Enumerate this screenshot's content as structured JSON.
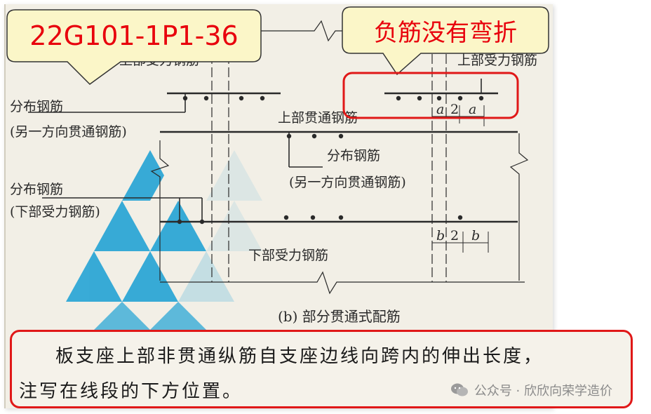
{
  "callouts": {
    "code_label": "22G101-1P1-36",
    "no_bend_label": "负筋没有弯折"
  },
  "diagram": {
    "top_bar_label_left": "上部受力钢筋",
    "top_bar_label_right": "上部受力钢筋",
    "dist_bar_label": "分布钢筋",
    "dist_bar_note_1": "(另一方向贯通钢筋)",
    "through_bar_label": "上部贯通钢筋",
    "dist_bar_label_2": "分布钢筋",
    "dist_bar_note_2": "(另一方向贯通钢筋)",
    "dist_bar_label_3": "分布钢筋",
    "dist_bar_note_3": "(下部受力钢筋)",
    "bottom_bar_label": "下部受力钢筋",
    "caption": "(b) 部分贯通式配筋",
    "dim_a": "a",
    "dim_b": "b",
    "dim_half": "2"
  },
  "note": {
    "line1": "板支座上部非贯通纵筋自支座边线向跨内的伸出长度，",
    "line2": "注写在线段的下方位置。"
  },
  "watermark": {
    "text": "公众号 · 欣欣向荣学造价"
  },
  "colors": {
    "accent_red": "#e8000c",
    "callout_fill": "#fbf6c8",
    "watermark_blue": "#2ea7d6"
  }
}
